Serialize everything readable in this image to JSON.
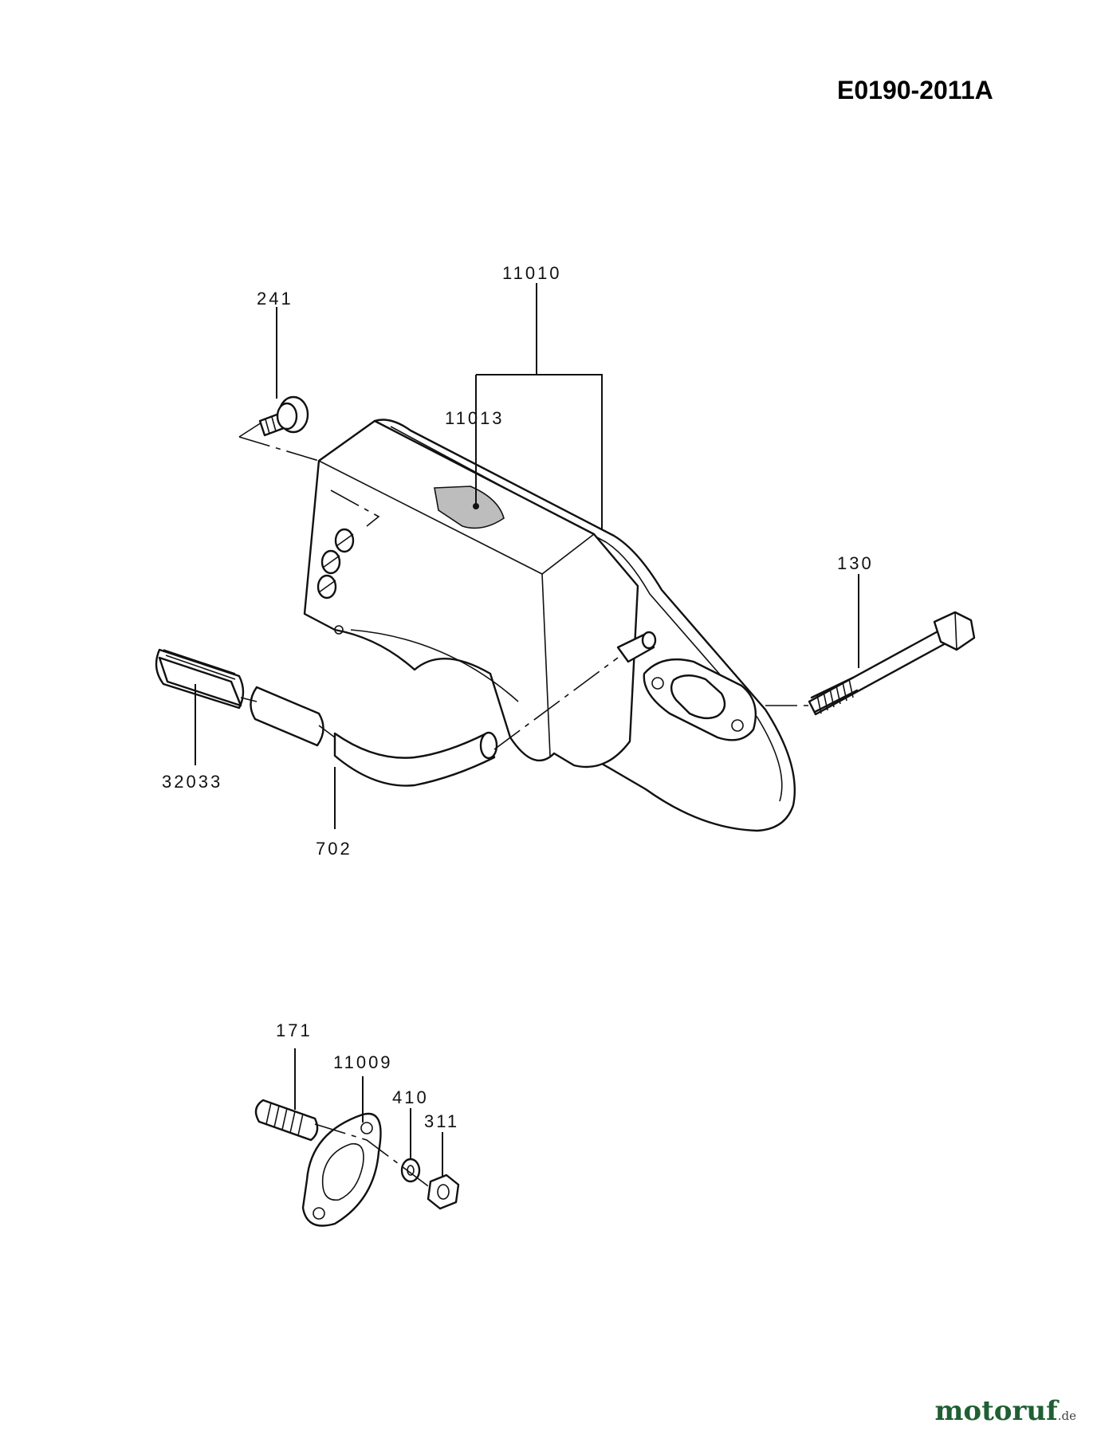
{
  "diagram_code": "E0190-2011A",
  "watermark": {
    "name": "motoruf",
    "suffix": ".de"
  },
  "parts": {
    "p11010": "11010",
    "p11013": "11013",
    "p241": "241",
    "p130": "130",
    "p32033": "32033",
    "p702": "702",
    "p171": "171",
    "p11009": "11009",
    "p410": "410",
    "p311": "311"
  }
}
